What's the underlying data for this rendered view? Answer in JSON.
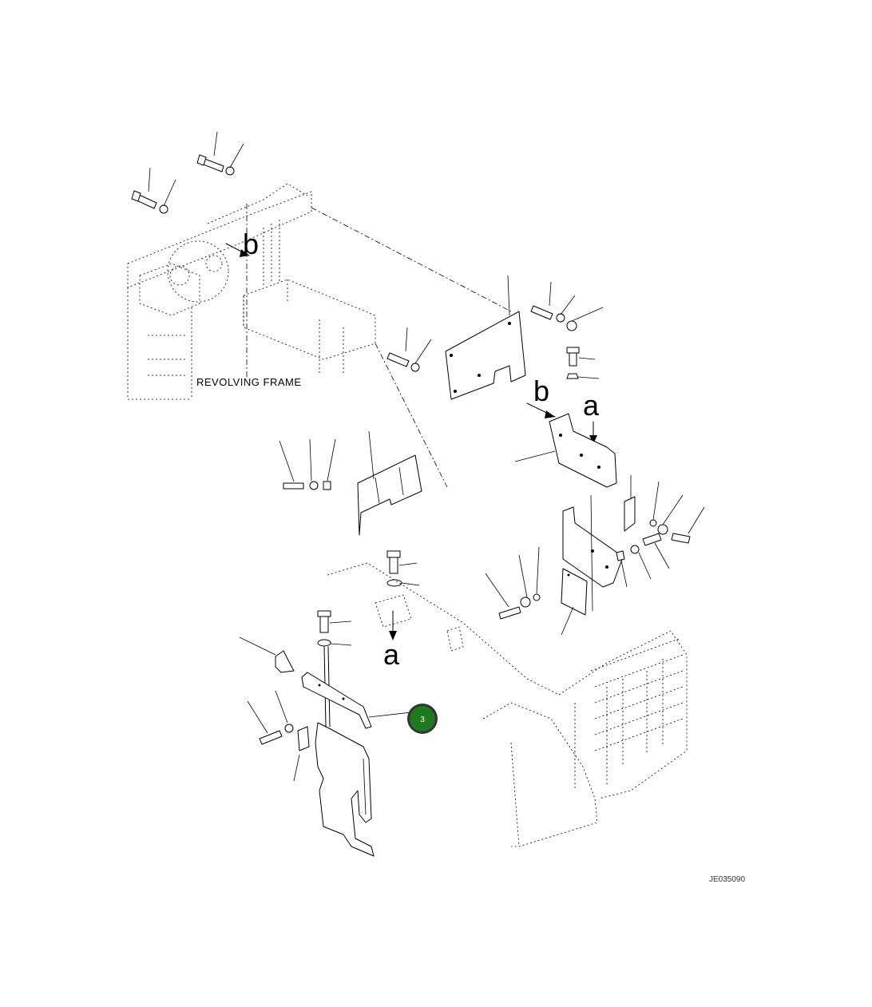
{
  "labels": {
    "frame_name": "REVOLVING FRAME",
    "arrow_b_1": "b",
    "arrow_b_2": "b",
    "arrow_a_1": "a",
    "arrow_a_2": "a",
    "drawing_code": "JE035090"
  },
  "callout": {
    "number": "3",
    "color": "#1f7a1f"
  }
}
